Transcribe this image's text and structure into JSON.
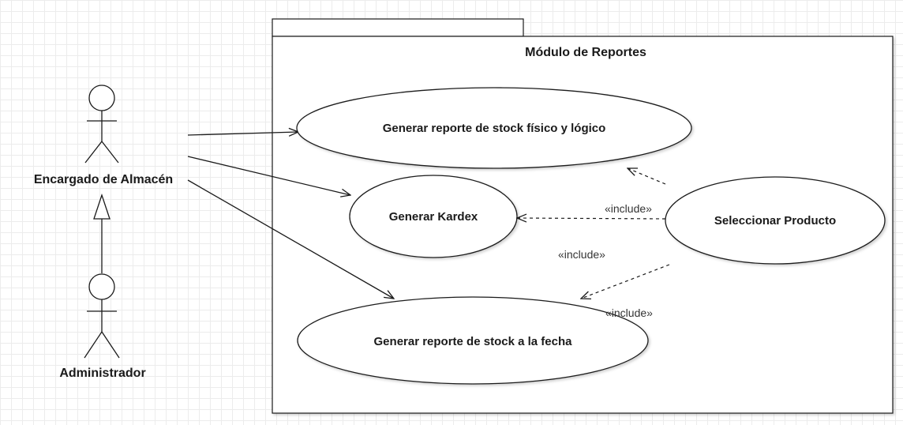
{
  "diagram": {
    "package_title": "Módulo de Reportes",
    "actors": {
      "encargado": "Encargado de Almacén",
      "administrador": "Administrador"
    },
    "use_cases": {
      "stock_fisico": "Generar reporte de stock físico y lógico",
      "kardex": "Generar Kardex",
      "stock_fecha": "Generar reporte de stock a la fecha",
      "seleccionar": "Seleccionar Producto"
    },
    "include_labels": {
      "kardex": "«include»",
      "middle": "«include»",
      "stock_fecha": "«include»"
    }
  }
}
